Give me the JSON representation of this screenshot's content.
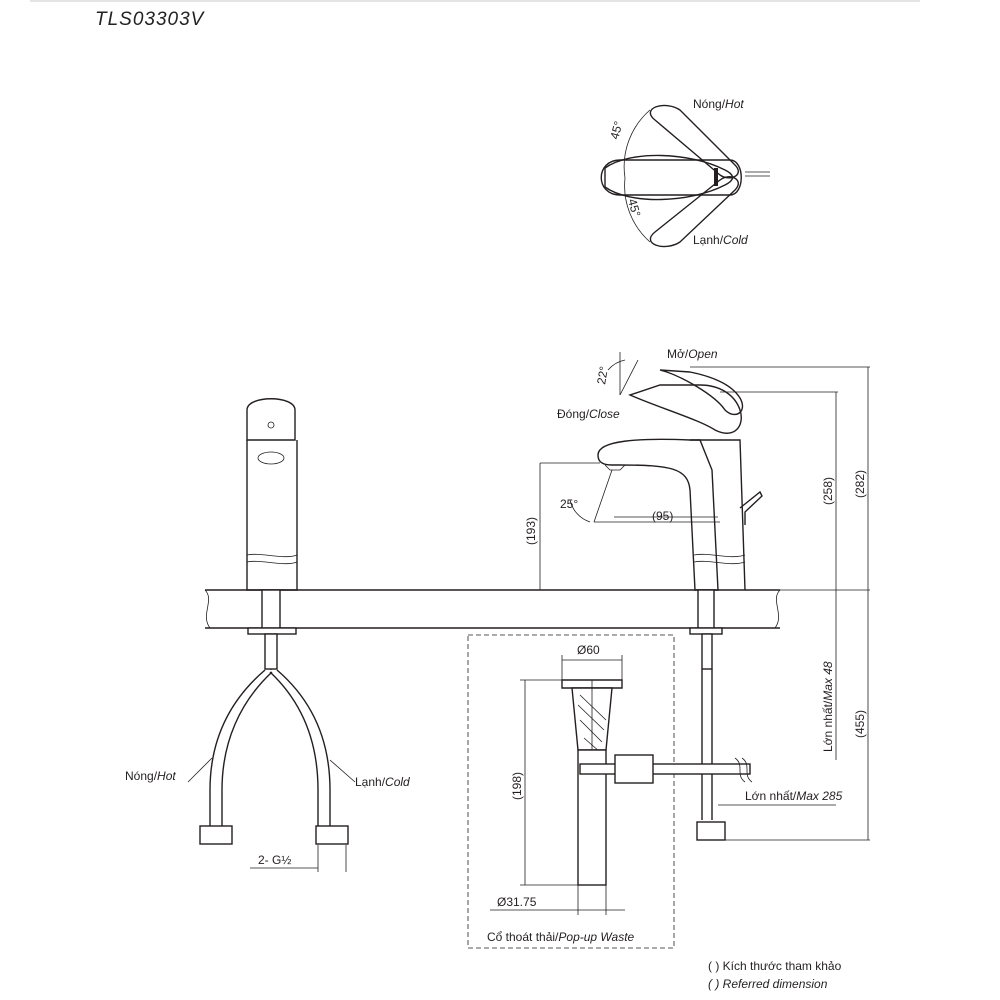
{
  "title": "TLS03303V",
  "handle_view": {
    "hot_label": "Nóng/",
    "hot_label_en": "Hot",
    "cold_label": "Lạnh/",
    "cold_label_en": "Cold",
    "angle_hot": "45°",
    "angle_cold": "45°"
  },
  "front_view": {
    "hot_label": "Nóng/",
    "hot_label_en": "Hot",
    "cold_label": "Lạnh/",
    "cold_label_en": "Cold",
    "connection": "2- G½"
  },
  "side_view": {
    "open_label": "Mở/",
    "open_label_en": "Open",
    "close_label": "Đóng/",
    "close_label_en": "Close",
    "angle_open": "22°",
    "angle_spout": "25°",
    "dim_spout": "(95)",
    "dim_spout_height": "(193)",
    "dim_handle_height": "(258)",
    "dim_total_height": "(282)",
    "dim_below_deck": "(455)",
    "max_thickness": "Lớn nhất/",
    "max_thickness_en": "Max 48",
    "max_hose": "Lớn nhất/",
    "max_hose_en": "Max 285"
  },
  "waste_view": {
    "dim_top": "Ø60",
    "dim_height": "(198)",
    "dim_pipe": "Ø31.75",
    "caption": "Cổ thoát thải/",
    "caption_en": "Pop-up Waste"
  },
  "legend": {
    "line1": "(  ) Kích thước tham khảo",
    "line2": "(  ) Referred dimension"
  }
}
